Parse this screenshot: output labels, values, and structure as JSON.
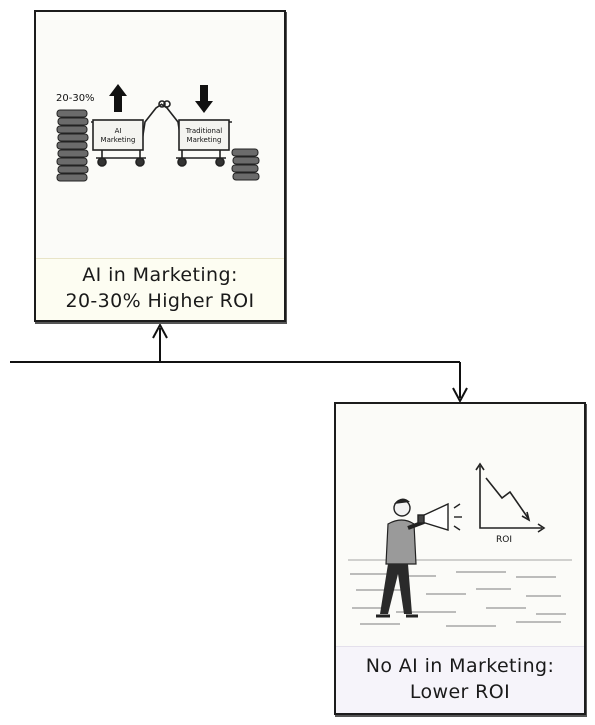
{
  "cards": [
    {
      "caption_line1": "AI in Marketing:",
      "caption_line2": "20-30% Higher ROI",
      "illustration": {
        "percent_label": "20-30%",
        "cart_left_label_line1": "AI",
        "cart_left_label_line2": "Marketing",
        "cart_right_label_line1": "Traditional",
        "cart_right_label_line2": "Marketing"
      }
    },
    {
      "caption_line1": "No AI in Marketing:",
      "caption_line2": "Lower ROI",
      "illustration": {
        "chart_label": "ROI"
      }
    }
  ]
}
